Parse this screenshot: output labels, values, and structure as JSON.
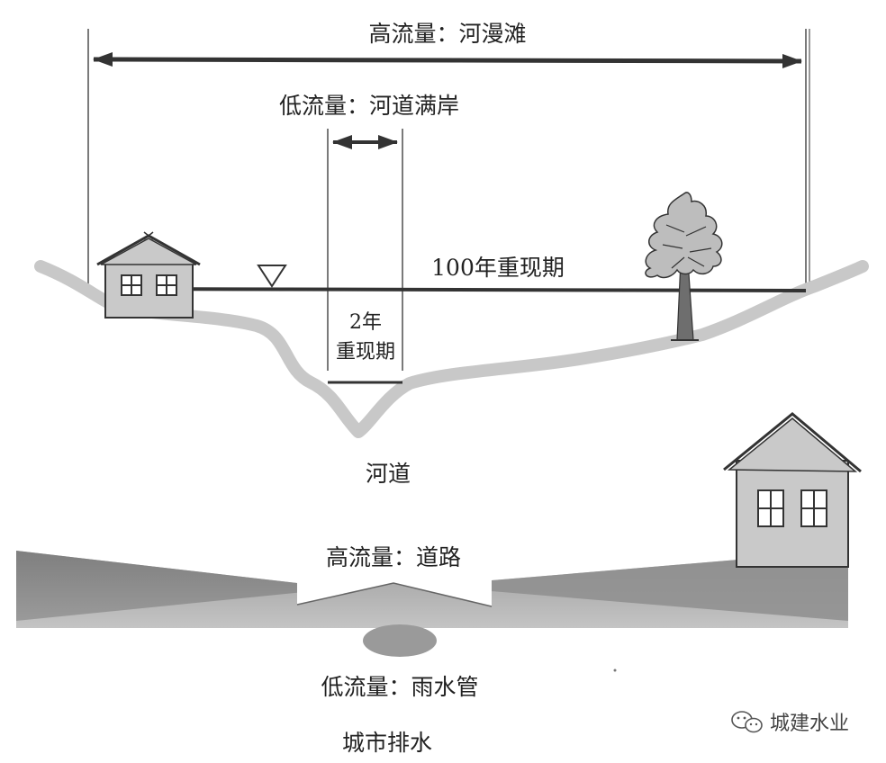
{
  "top_section": {
    "high_flow_label": "高流量：河漫滩",
    "low_flow_label": "低流量：河道满岸",
    "flood_100yr_label": "100年重现期",
    "flood_2yr_label_line1": "2年",
    "flood_2yr_label_line2": "重现期",
    "channel_label": "河道"
  },
  "bottom_section": {
    "high_flow_label": "高流量：道路",
    "low_flow_label": "低流量：雨水管",
    "caption": "城市排水"
  },
  "watermark": {
    "text": "城建水业",
    "icon": "wechat-icon"
  },
  "colors": {
    "ground_line": "#c8c8c8",
    "house_fill": "#c9c9c9",
    "bottom_ground_dark": "#8a8a8a",
    "bottom_ground_mid": "#b0b0b0",
    "pipe_fill": "#9a9a9a",
    "tree_foliage": "#bdbdbd",
    "tree_trunk": "#6e6e6e"
  }
}
